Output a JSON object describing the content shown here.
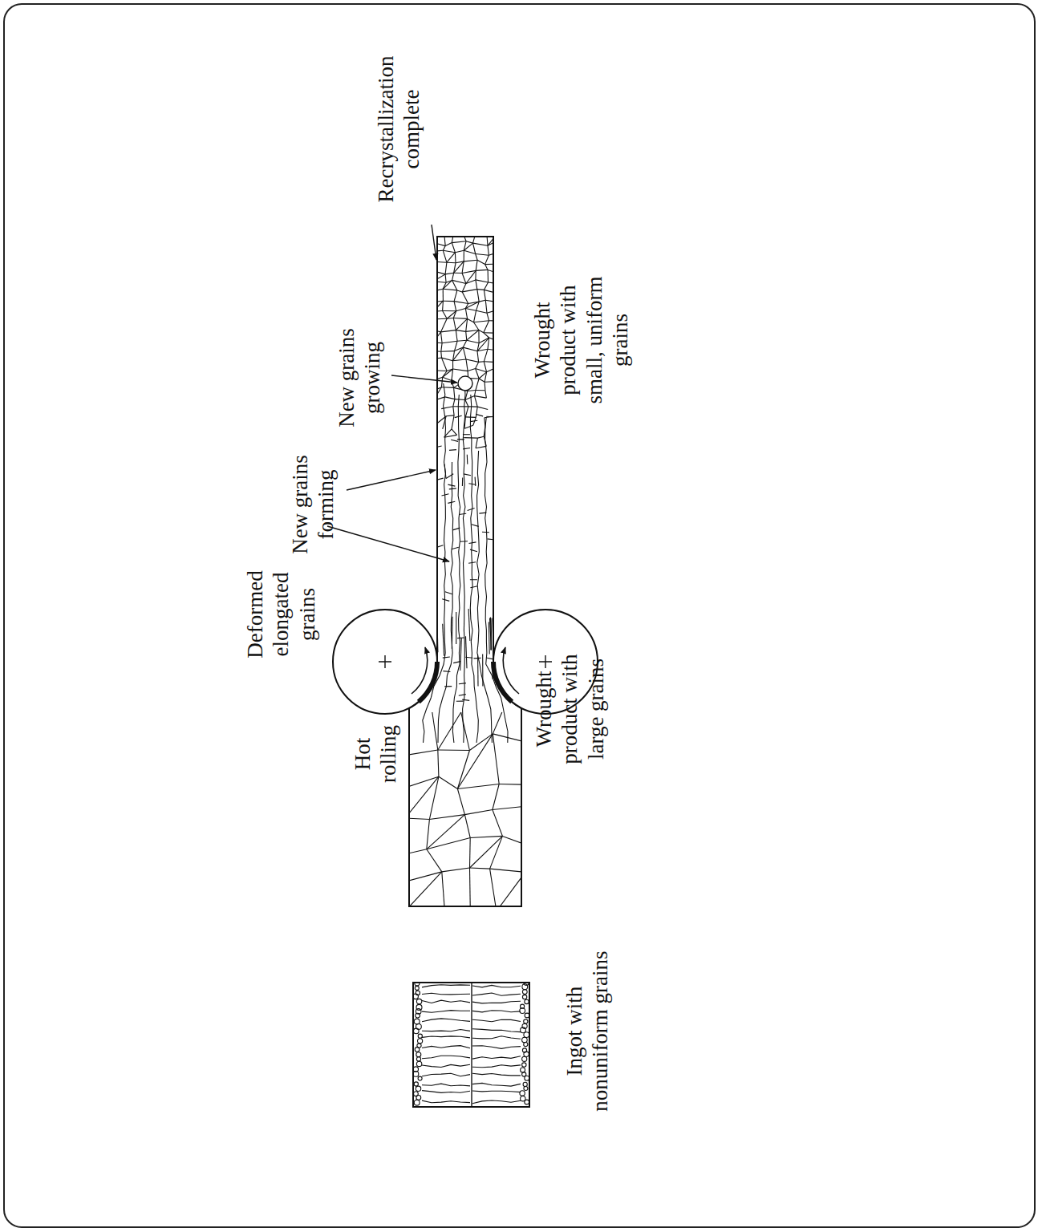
{
  "diagram": {
    "labels": [
      "Ingot with nonuniform grains",
      "Hot rolling",
      "Wrought product with large grains",
      "Deformed elongated grains",
      "New grains forming",
      "New grains growing",
      "Recrystallization complete",
      "Wrought product with small, uniform grains"
    ]
  }
}
